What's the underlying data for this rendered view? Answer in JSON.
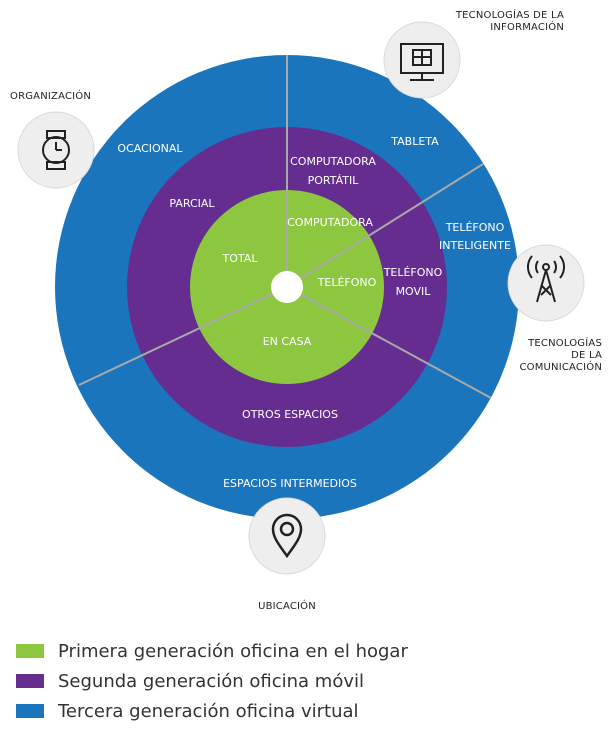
{
  "colors": {
    "first_generation": "#8dc63f",
    "second_generation": "#662d91",
    "third_generation": "#1b75bc",
    "divider": "#a9a9a9",
    "icon_badge": "#eeeeee"
  },
  "categories": {
    "organization": "ORGANIZACIÓN",
    "information_tech_line1": "TECNOLOGÍAS DE LA",
    "information_tech_line2": "INFORMACIÓN",
    "communication_tech_line1": "TECNOLOGÍAS",
    "communication_tech_line2": "DE LA",
    "communication_tech_line3": "COMUNICACIÓN",
    "location": "UBICACIÓN"
  },
  "icons": {
    "organization": "watch-icon",
    "information_tech": "computer-monitor-icon",
    "communication_tech": "antenna-tower-icon",
    "location": "map-pin-icon"
  },
  "rings": {
    "outer": {
      "ocasional": "OCACIONAL",
      "tableta": "TABLETA",
      "telefono_line1": "TELÉFONO",
      "telefono_line2": "INTELIGENTE",
      "espacios": "ESPACIOS INTERMEDIOS"
    },
    "middle": {
      "parcial": "PARCIAL",
      "computadora_line1": "COMPUTADORA",
      "computadora_line2": "PORTÁTIL",
      "telefono_line1": "TELÉFONO",
      "telefono_line2": "MOVIL",
      "espacios": "OTROS ESPACIOS"
    },
    "inner": {
      "total": "TOTAL",
      "computadora": "COMPUTADORA",
      "telefono": "TELÉFONO",
      "casa": "EN CASA"
    }
  },
  "legend": [
    {
      "label": "Primera generación oficina en el hogar",
      "color": "#8dc63f"
    },
    {
      "label": "Segunda generación oficina móvil",
      "color": "#662d91"
    },
    {
      "label": "Tercera generación oficina virtual",
      "color": "#1b75bc"
    }
  ]
}
